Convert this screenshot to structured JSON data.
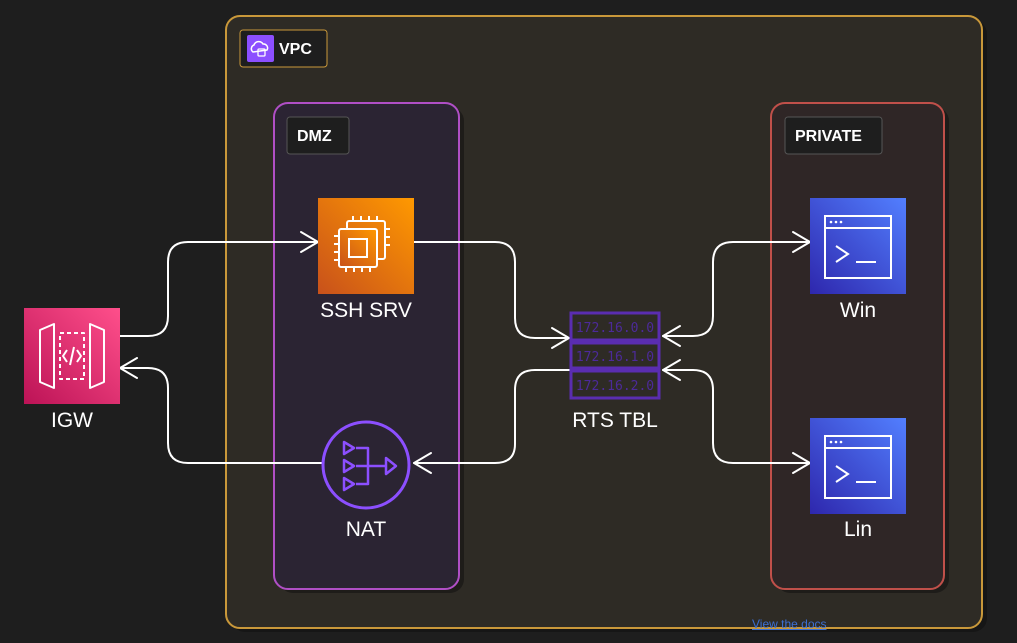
{
  "groups": {
    "vpc": {
      "label": "VPC"
    },
    "dmz": {
      "label": "DMZ"
    },
    "private": {
      "label": "PRIVATE"
    }
  },
  "nodes": {
    "igw": {
      "label": "IGW",
      "icon": "api-gateway-icon",
      "color": "#e7157b"
    },
    "ssh": {
      "label": "SSH SRV",
      "icon": "ec2-instance-icon",
      "color": "#ed7100"
    },
    "nat": {
      "label": "NAT",
      "icon": "nat-gateway-icon",
      "color": "#8c4fff"
    },
    "rts": {
      "label": "RTS TBL",
      "icon": "route-table-icon",
      "routes": [
        "172.16.0.0",
        "172.16.1.0",
        "172.16.2.0"
      ]
    },
    "win": {
      "label": "Win",
      "icon": "terminal-window-icon",
      "color": "#3b48cc"
    },
    "lin": {
      "label": "Lin",
      "icon": "terminal-window-icon",
      "color": "#3b48cc"
    }
  },
  "colors": {
    "background": "#1e1e1e",
    "vpc_border": "#c9983a",
    "dmz_border": "#b04fc6",
    "private_border": "#c0504a",
    "arrow": "#ffffff",
    "route_table": "#5a2db0"
  },
  "footer": {
    "docs_link": "View the docs"
  }
}
